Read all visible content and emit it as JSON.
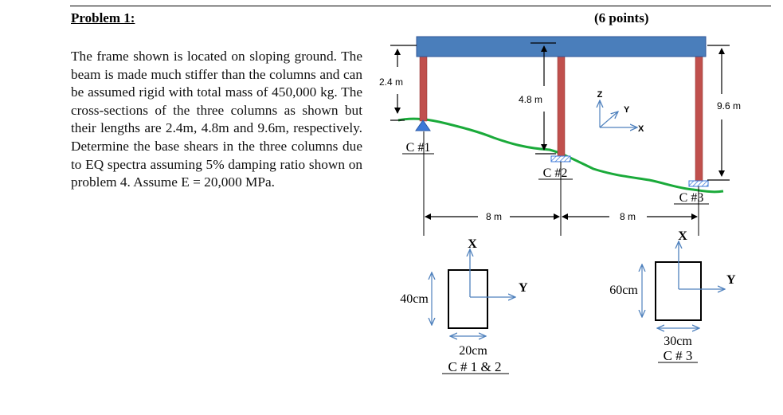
{
  "problem": {
    "title": "Problem 1:",
    "points": "(6 points)",
    "statement": "The frame shown is located on sloping ground. The beam is made much stiffer than the columns and can be assumed rigid with total mass of 450,000 kg. The cross-sections of the three columns as shown but their lengths are 2.4m, 4.8m and 9.6m, respectively. Determine the base shears in the three columns due to EQ spectra assuming 5% damping ratio shown on problem 4. Assume E = 20,000 MPa."
  },
  "figure": {
    "dims": {
      "h1": "2.4 m",
      "h2": "4.8 m",
      "h3": "9.6 m",
      "span1": "8 m",
      "span2": "8 m"
    },
    "column_labels": {
      "c1": "C #1",
      "c2": "C #2",
      "c3": "C #3"
    },
    "axes": {
      "z": "Z",
      "y": "Y",
      "x": "X"
    },
    "section_12": {
      "width": "20cm",
      "depth": "40cm",
      "label": "C # 1 & 2",
      "x_axis": "X",
      "y_axis": "Y"
    },
    "section_3": {
      "width": "30cm",
      "depth": "60cm",
      "label": "C # 3",
      "x_axis": "X",
      "y_axis": "Y"
    }
  },
  "colors": {
    "beam": "#4a7ebb",
    "column": "#c0504d",
    "ground": "#1aaa3a",
    "support": "#3c78d8",
    "axis": "#4f81bd"
  }
}
